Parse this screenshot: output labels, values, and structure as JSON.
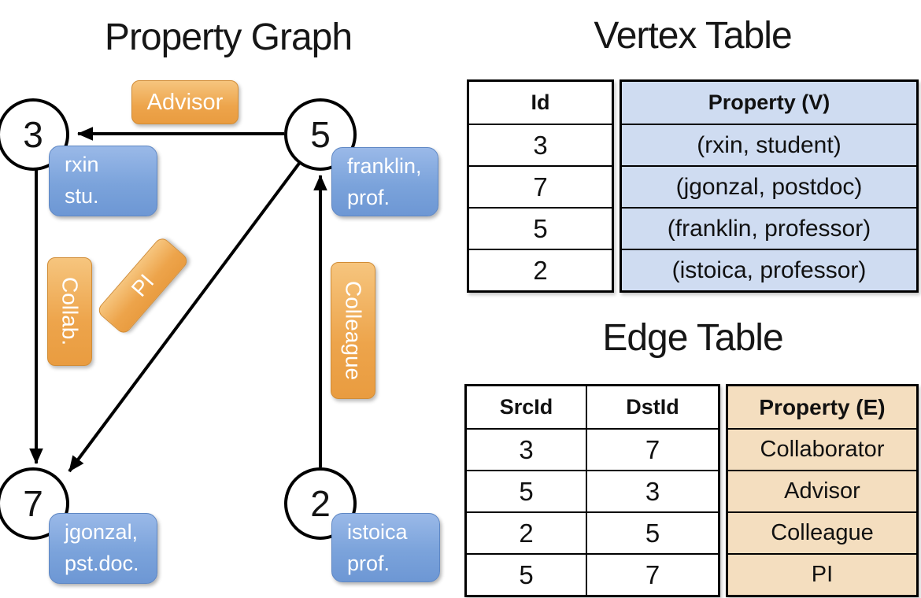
{
  "graph": {
    "title": "Property Graph",
    "nodes": [
      {
        "id": "3",
        "property_lines": [
          "rxin",
          "stu."
        ]
      },
      {
        "id": "5",
        "property_lines": [
          "franklin,",
          "prof."
        ]
      },
      {
        "id": "7",
        "property_lines": [
          "jgonzal,",
          "pst.doc."
        ]
      },
      {
        "id": "2",
        "property_lines": [
          "istoica",
          "prof."
        ]
      }
    ],
    "edges": [
      {
        "label": "Advisor",
        "src": "5",
        "dst": "3"
      },
      {
        "label": "Collab.",
        "src": "3",
        "dst": "7"
      },
      {
        "label": "PI",
        "src": "5",
        "dst": "7"
      },
      {
        "label": "Colleague",
        "src": "2",
        "dst": "5"
      }
    ]
  },
  "vertex_table": {
    "title": "Vertex Table",
    "columns": [
      "Id",
      "Property (V)"
    ],
    "rows": [
      [
        "3",
        "(rxin, student)"
      ],
      [
        "7",
        "(jgonzal, postdoc)"
      ],
      [
        "5",
        "(franklin, professor)"
      ],
      [
        "2",
        "(istoica, professor)"
      ]
    ]
  },
  "edge_table": {
    "title": "Edge Table",
    "columns": [
      "SrcId",
      "DstId",
      "Property (E)"
    ],
    "rows": [
      [
        "3",
        "7",
        "Collaborator"
      ],
      [
        "5",
        "3",
        "Advisor"
      ],
      [
        "2",
        "5",
        "Colleague"
      ],
      [
        "5",
        "7",
        "PI"
      ]
    ]
  },
  "colors": {
    "vertex_property_fill": "#cfdcf1",
    "edge_property_fill": "#f4debf",
    "node_box_blue": "#7ba3db",
    "edge_pill_orange": "#eda44b",
    "line_black": "#000000"
  }
}
